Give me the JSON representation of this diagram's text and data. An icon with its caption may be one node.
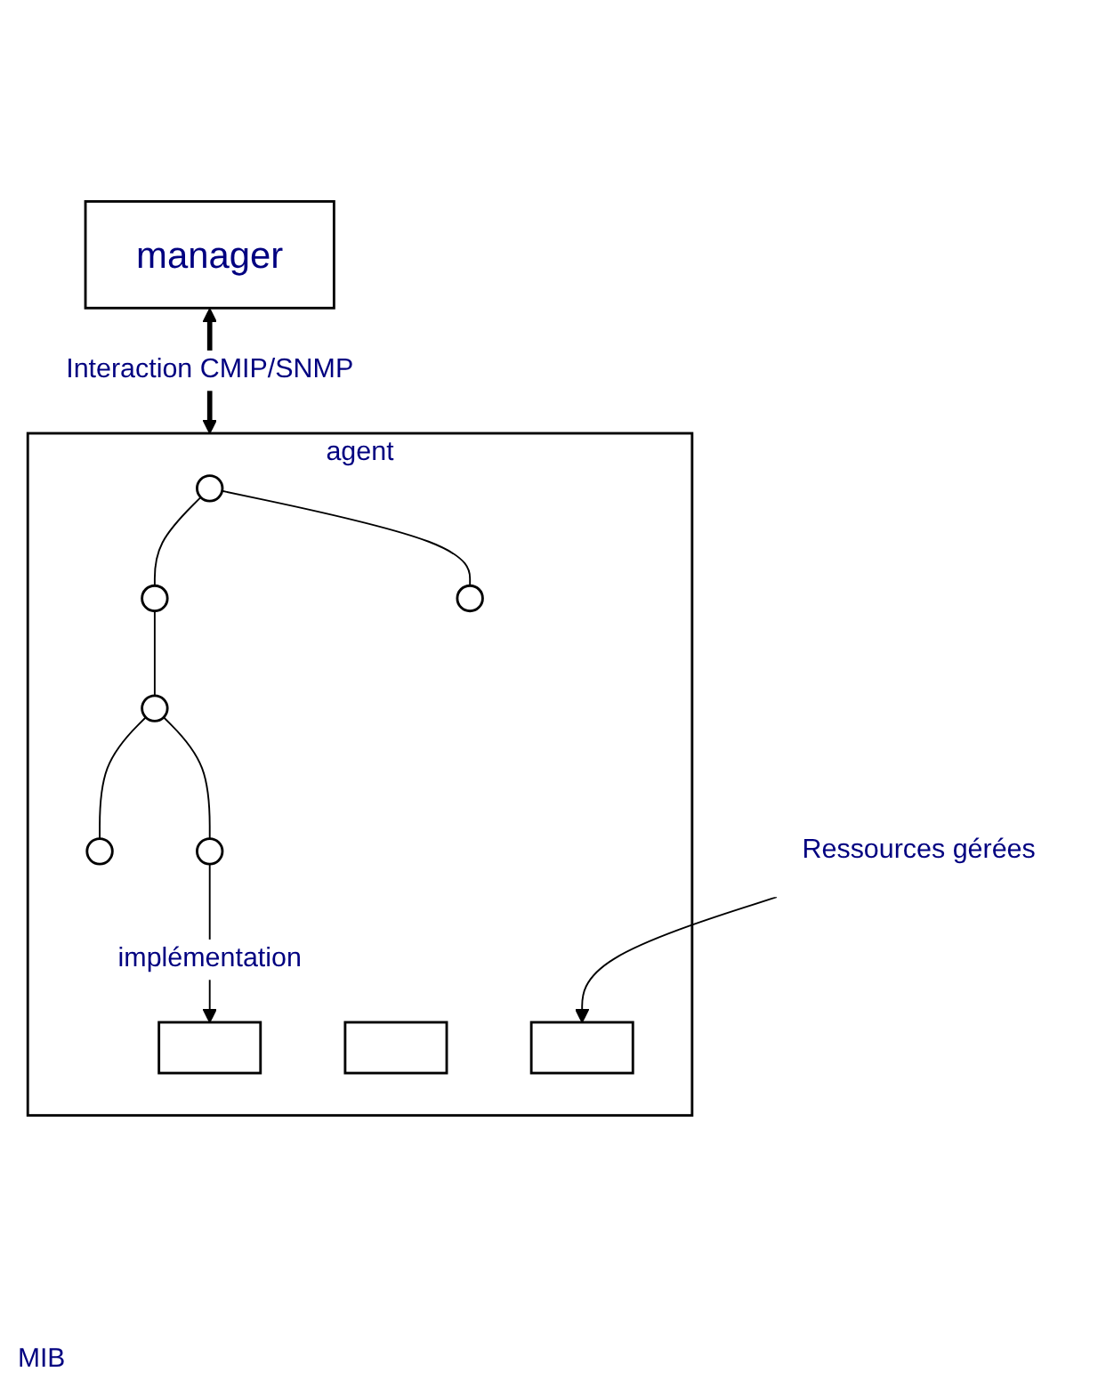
{
  "diagram": {
    "nodes": [
      {
        "text": [
          "manager"
        ]
      },
      {
        "text": [
          "agent"
        ]
      },
      {
        "text": [],
        "shape": "circle",
        "in": 1
      },
      {
        "text": [],
        "shape": "circle",
        "in": 1
      },
      {
        "text": [],
        "shape": "circle",
        "in": 1
      },
      {
        "text": [],
        "shape": "circle",
        "in": 1
      },
      {
        "text": [],
        "shape": "circle",
        "in": 1
      },
      {
        "text": [],
        "shape": "circle",
        "in": 1
      },
      {
        "text": [],
        "shape": "box",
        "in": 1
      },
      {
        "text": [],
        "shape": "box",
        "in": 1
      },
      {
        "text": [],
        "shape": "box",
        "in": 1
      },
      {
        "text": [
          "Ressources gérées"
        ]
      }
    ],
    "edges": [
      {
        "from": 0,
        "to": 1,
        "arrow": "both",
        "label": "Interaction CMIP/SNMP",
        "style": "thick"
      },
      {
        "from": 2,
        "to": 3,
        "arrow": "none"
      },
      {
        "from": 2,
        "to": 4,
        "arrow": "none"
      },
      {
        "from": 3,
        "to": 5,
        "arrow": "none"
      },
      {
        "from": 5,
        "to": 6,
        "arrow": "none"
      },
      {
        "from": 5,
        "to": 7,
        "arrow": "none"
      },
      {
        "from": 7,
        "to": 8,
        "arrow": "to",
        "label": "implémentation"
      },
      {
        "from": 11,
        "to": 10,
        "arrow": "to"
      }
    ],
    "labels": [
      "MIB"
    ]
  }
}
